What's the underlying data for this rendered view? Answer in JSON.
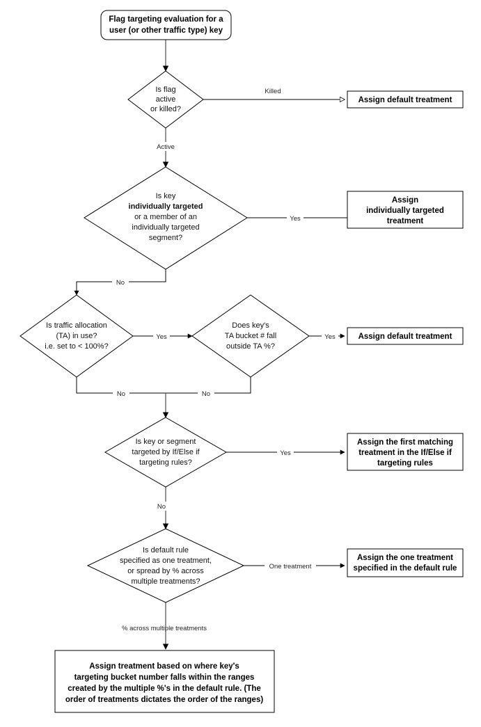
{
  "diagram": {
    "title": "Flag targeting evaluation flowchart",
    "type": "flowchart",
    "background_color": "#ffffff",
    "shape_fill": "#ffffff",
    "shape_stroke": "#000000",
    "connector_color": "#4d4d4d"
  },
  "start": {
    "line1": "Flag targeting evaluation for a",
    "line2": "user (or other traffic type) key"
  },
  "decisions": {
    "flag_active": {
      "line1": "Is flag",
      "line2": "active",
      "line3_a": "or ",
      "line3_b": "killed",
      "line3_c": "?"
    },
    "individually_targeted": {
      "line1": "Is key",
      "line2": "individually targeted",
      "line3": "or a member of an",
      "line4": "individually targeted",
      "line5": "segment?"
    },
    "traffic_allocation": {
      "line1": "Is traffic allocation",
      "line2": "(TA) in use?",
      "line3": "i.e. set to < 100%?"
    },
    "ta_bucket": {
      "line1": "Does key's",
      "line2": "TA bucket # fall",
      "line3": "outside TA %?"
    },
    "targeting_rules": {
      "line1": "Is key or segment",
      "line2": "targeted by If/Else if",
      "line3_a": "targeting rules",
      "line3_b": "?"
    },
    "default_rule": {
      "line1_a": "Is ",
      "line1_b": "default rule",
      "line2": "specified as one treatment,",
      "line3": "or spread by % across",
      "line4": "multiple treatments?"
    }
  },
  "outcomes": {
    "assign_default_killed": {
      "line1": "Assign default treatment"
    },
    "assign_individually_targeted": {
      "line1": "Assign",
      "line2": "individually targeted",
      "line3": "treatment"
    },
    "assign_default_ta": {
      "line1": "Assign default treatment"
    },
    "assign_first_matching": {
      "line1": "Assign the first matching",
      "line2": "treatment in the If/Else if",
      "line3": "targeting rules"
    },
    "assign_one_treatment": {
      "line1": "Assign the one treatment",
      "line2": "specified in the default rule"
    },
    "assign_by_ranges": {
      "line1": "Assign treatment based on where key's",
      "line2": "targeting bucket number falls within the ranges",
      "line3": "created by the multiple %'s in the default rule. (The",
      "line4": "order of treatments dictates the order of the ranges)"
    }
  },
  "edge_labels": {
    "killed": "Killed",
    "active": "Active",
    "yes_individual": "Yes",
    "no_individual": "No",
    "yes_ta": "Yes",
    "no_ta": "No",
    "yes_bucket": "Yes",
    "no_bucket": "No",
    "yes_rules": "Yes",
    "no_rules": "No",
    "one_treatment": "One treatment",
    "percent_across": "% across multiple treatments"
  }
}
